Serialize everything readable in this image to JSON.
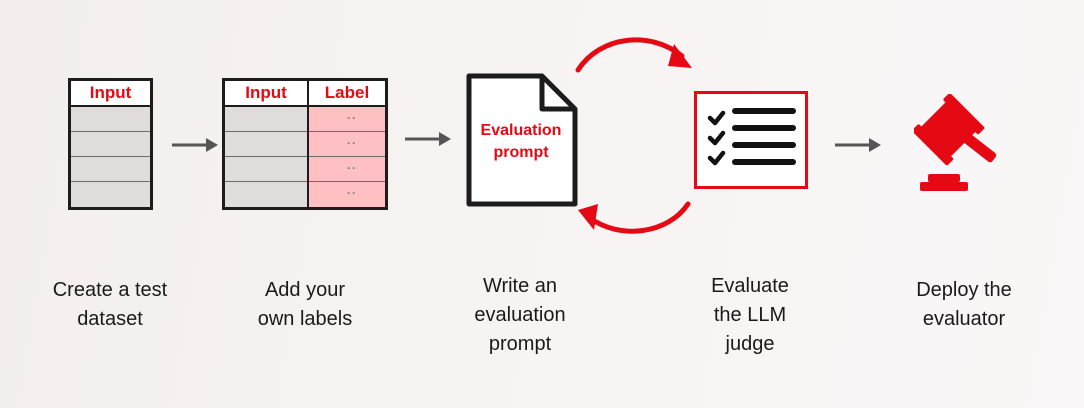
{
  "steps": [
    {
      "caption_lines": [
        "Create a test",
        "dataset"
      ]
    },
    {
      "caption_lines": [
        "Add your",
        "own labels"
      ]
    },
    {
      "caption_lines": [
        "Write an",
        "evaluation",
        "prompt"
      ]
    },
    {
      "caption_lines": [
        "Evaluate",
        "the LLM",
        "judge"
      ]
    },
    {
      "caption_lines": [
        "Deploy the",
        "evaluator"
      ]
    }
  ],
  "table1": {
    "header": "Input"
  },
  "table2": {
    "header_input": "Input",
    "header_label": "Label",
    "label_placeholder": "··"
  },
  "document": {
    "title_line1": "Evaluation",
    "title_line2": "prompt"
  },
  "icons": {
    "checklist": "checklist-icon",
    "gavel": "gavel-icon",
    "flow_arrow": "right-arrow-icon",
    "cycle_arrow": "curved-arrow-icon"
  },
  "colors": {
    "accent": "#e50914",
    "ink": "#1c1c1c",
    "cell_gray": "#e0dcdc",
    "cell_pink": "#ffc0c4"
  }
}
